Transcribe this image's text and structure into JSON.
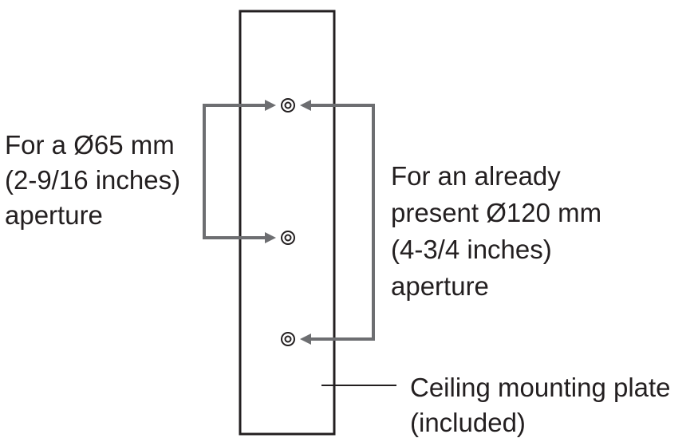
{
  "labels": {
    "left_aperture": [
      "For a Ø65 mm",
      "(2-9/16 inches)",
      "aperture"
    ],
    "right_aperture": [
      "For an already",
      "present Ø120 mm",
      "(4-3/4 inches)",
      "aperture"
    ],
    "plate": [
      "Ceiling mounting plate",
      "(included)"
    ]
  },
  "colors": {
    "outline": "#231f20",
    "arrow": "#6d6e71"
  }
}
